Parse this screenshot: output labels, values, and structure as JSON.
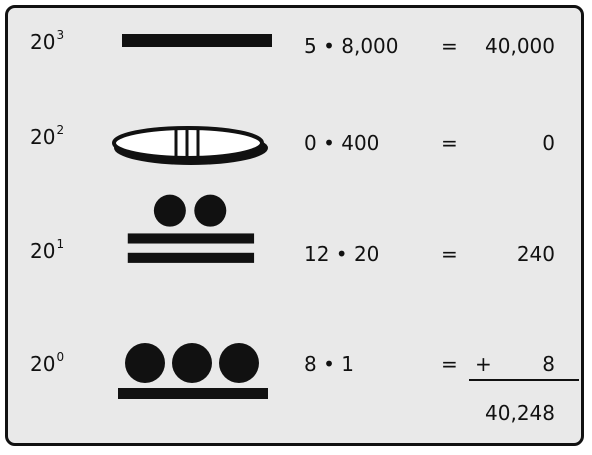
{
  "rows": [
    {
      "base": "20",
      "exponent": "3",
      "glyph": "bar-symbol",
      "expression": "5 • 8,000",
      "equals": "=",
      "value": "40,000"
    },
    {
      "base": "20",
      "exponent": "2",
      "glyph": "shell-zero-symbol",
      "expression": "0 • 400",
      "equals": "=",
      "value": "0"
    },
    {
      "base": "20",
      "exponent": "1",
      "glyph": "two-dots-two-bars-symbol",
      "expression": "12 • 20",
      "equals": "=",
      "value": "240"
    },
    {
      "base": "20",
      "exponent": "0",
      "glyph": "three-dots-one-bar-symbol",
      "expression": "8 • 1",
      "equals": "=",
      "plus": "+",
      "value": "8"
    }
  ],
  "total": "40,248",
  "colors": {
    "panel_background": "#e9e9e9",
    "ink": "#111111",
    "shell_fill": "#ffffff"
  }
}
